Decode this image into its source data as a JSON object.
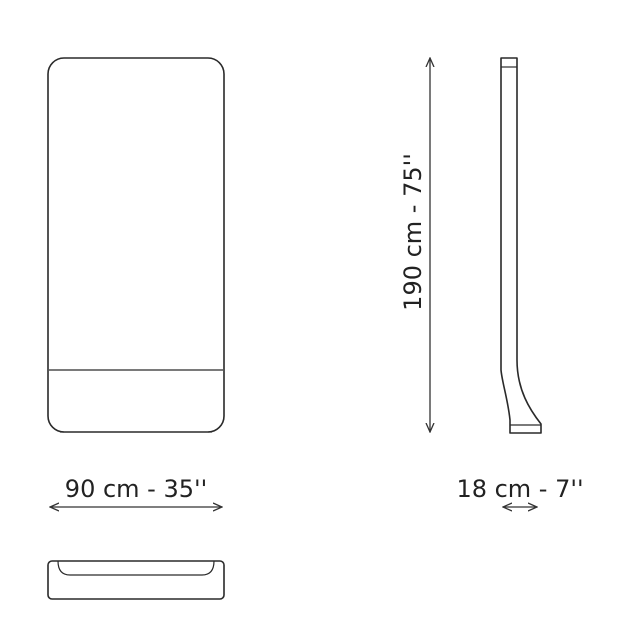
{
  "dimensions": {
    "width_label": "90 cm - 35''",
    "height_label": "190 cm - 75''",
    "depth_label": "18 cm - 7''"
  },
  "colors": {
    "line": "#2a2a2a",
    "background": "#ffffff"
  }
}
